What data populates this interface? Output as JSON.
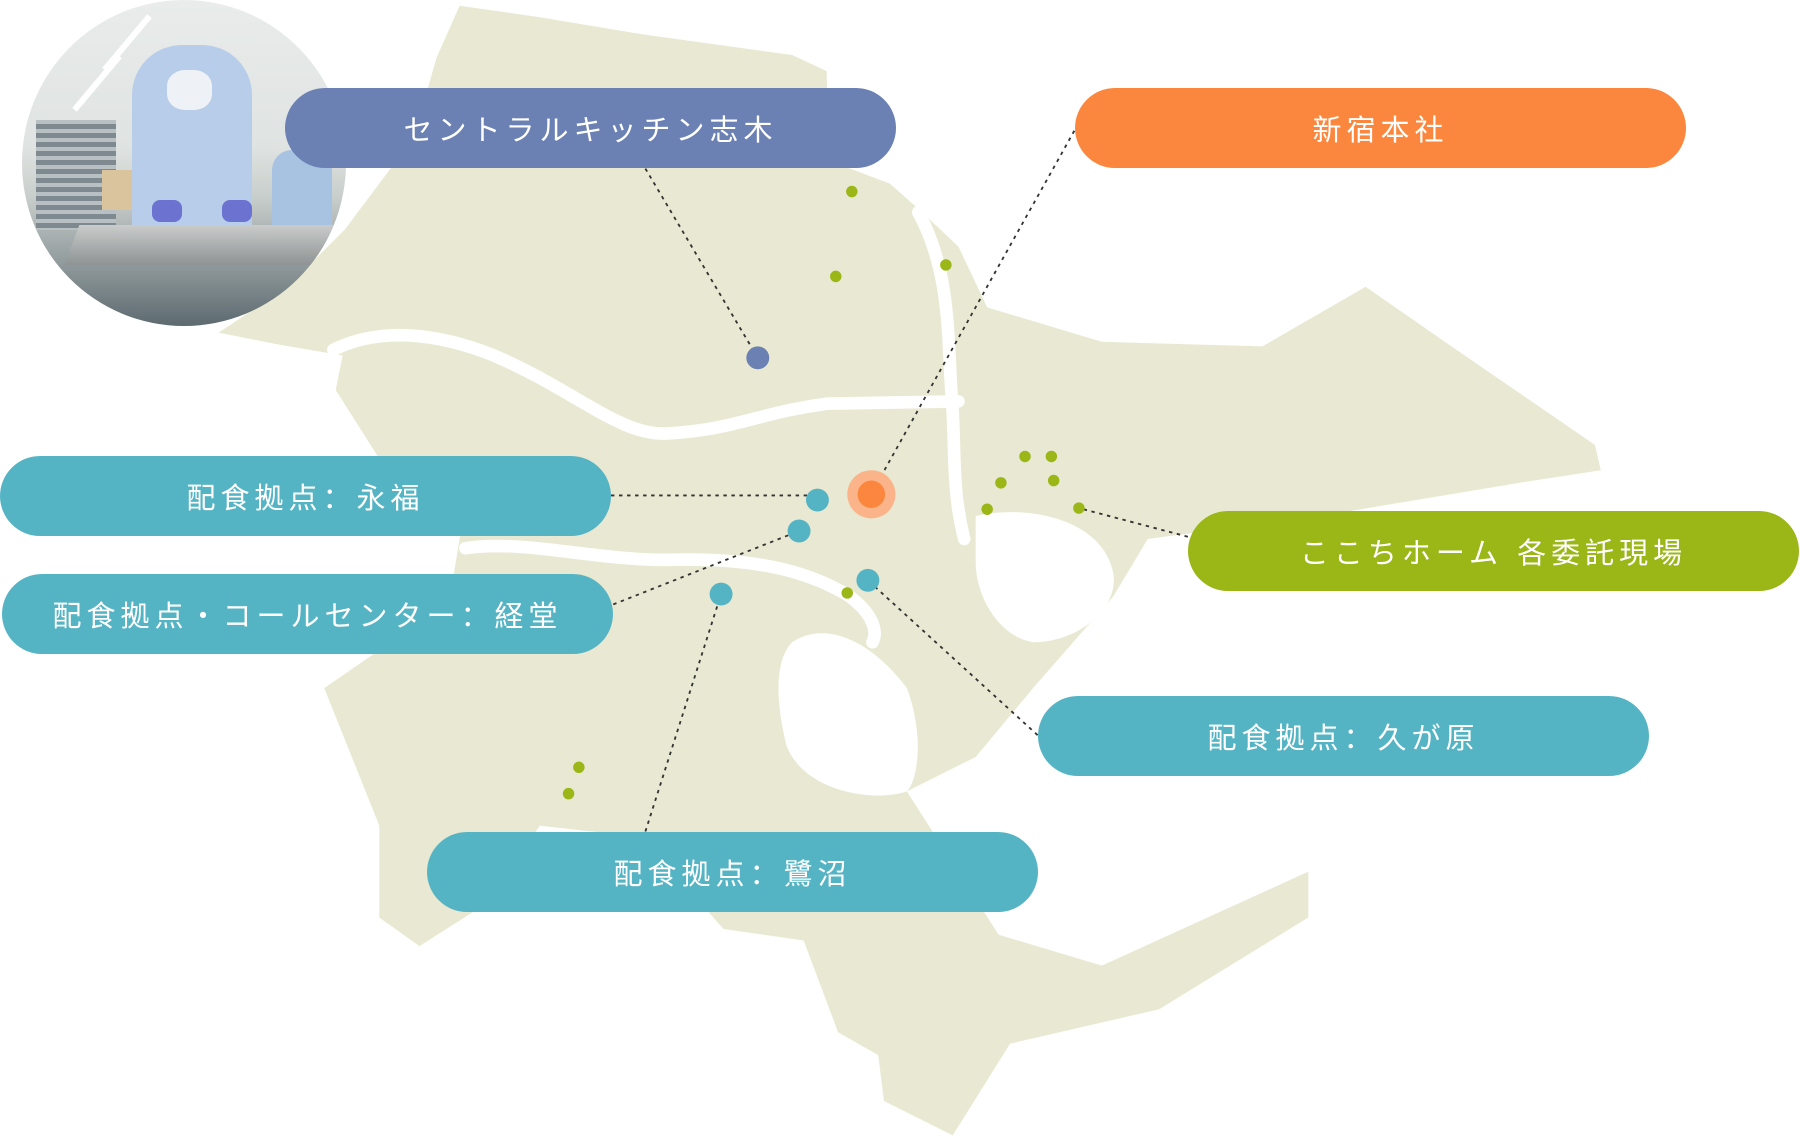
{
  "labels": {
    "kitchen": "セントラルキッチン志木",
    "shinjuku": "新宿本社",
    "eifuku": "配食拠点：永福",
    "kyodo": "配食拠点・コールセンター：経堂",
    "kokochi": "ここちホーム 各委託現場",
    "kugahara": "配食拠点：久が原",
    "saginuma": "配食拠点：鷺沼"
  },
  "colors": {
    "kitchen": "#6b80b3",
    "headquarters": "#fb873e",
    "delivery_base": "#55b4c4",
    "kokochi_home": "#9ab617",
    "map_fill": "#e9e9d3"
  }
}
